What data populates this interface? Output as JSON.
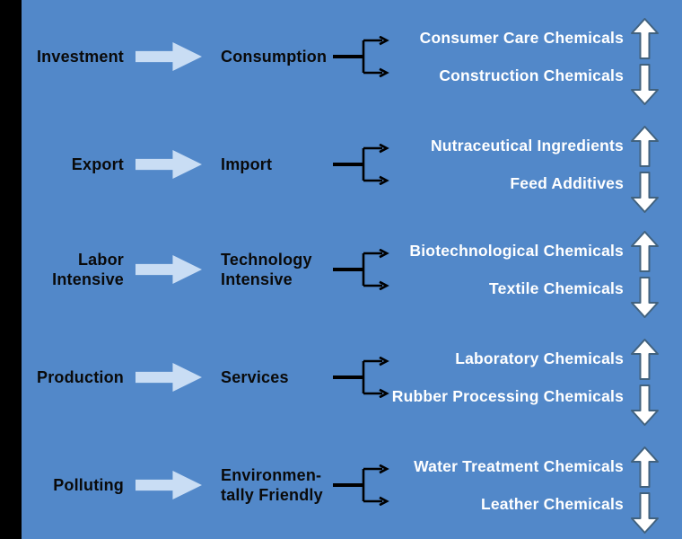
{
  "diagram": {
    "rows": [
      {
        "from": "Investment",
        "to": "Consumption",
        "up_item": "Consumer Care Chemicals",
        "down_item": "Construction Chemicals"
      },
      {
        "from": "Export",
        "to": "Import",
        "up_item": "Nutraceutical Ingredients",
        "down_item": "Feed Additives"
      },
      {
        "from": "Labor\nIntensive",
        "to": "Technology\nIntensive",
        "up_item": "Biotechnological Chemicals",
        "down_item": "Textile Chemicals"
      },
      {
        "from": "Production",
        "to": "Services",
        "up_item": "Laboratory Chemicals",
        "down_item": "Rubber Processing Chemicals"
      },
      {
        "from": "Polluting",
        "to": "Environmen-\ntally Friendly",
        "up_item": "Water Treatment Chemicals",
        "down_item": "Leather Chemicals"
      }
    ],
    "icons": {
      "shift": "right-block-arrow-icon",
      "fork": "fork-connector-icon",
      "up": "up-block-arrow-icon",
      "down": "down-block-arrow-icon"
    },
    "colors": {
      "background": "#5288c9",
      "left_bar": "#000000",
      "shift_arrow_fill": "#c9ddf4",
      "connector": "#000000",
      "label_text": "#0a0a0a",
      "item_text": "#ffffff",
      "trend_arrow_fill": "#ffffff",
      "trend_arrow_outline": "#41627f"
    }
  }
}
